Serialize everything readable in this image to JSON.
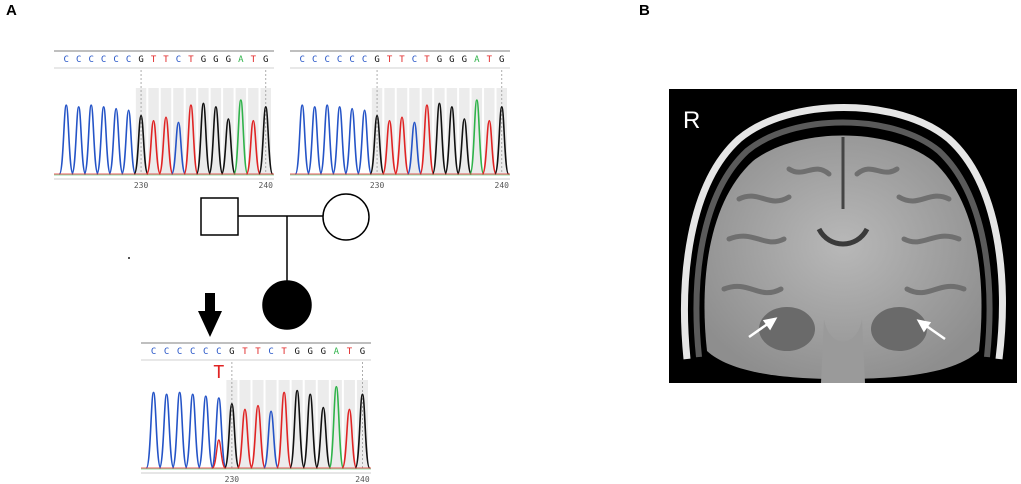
{
  "panel_labels": {
    "a": "A",
    "b": "B"
  },
  "colors": {
    "A": "#2fb34a",
    "C": "#2554c7",
    "G": "#111111",
    "T": "#e02424",
    "mutation": "#e02424"
  },
  "chromatograms": [
    {
      "id": "father",
      "bases": [
        "C",
        "C",
        "C",
        "C",
        "C",
        "C",
        "G",
        "T",
        "T",
        "C",
        "T",
        "G",
        "G",
        "G",
        "A",
        "T",
        "G"
      ],
      "ticks": [
        "230",
        "240"
      ]
    },
    {
      "id": "mother",
      "bases": [
        "C",
        "C",
        "C",
        "C",
        "C",
        "C",
        "G",
        "T",
        "T",
        "C",
        "T",
        "G",
        "G",
        "G",
        "A",
        "T",
        "G"
      ],
      "ticks": [
        "230",
        "240"
      ]
    },
    {
      "id": "proband",
      "bases": [
        "C",
        "C",
        "C",
        "C",
        "C",
        "C",
        "G",
        "T",
        "T",
        "C",
        "T",
        "G",
        "G",
        "G",
        "A",
        "T",
        "G"
      ],
      "ticks": [
        "230",
        "240"
      ],
      "mutation": "T"
    }
  ],
  "mri": {
    "side_label": "R"
  }
}
